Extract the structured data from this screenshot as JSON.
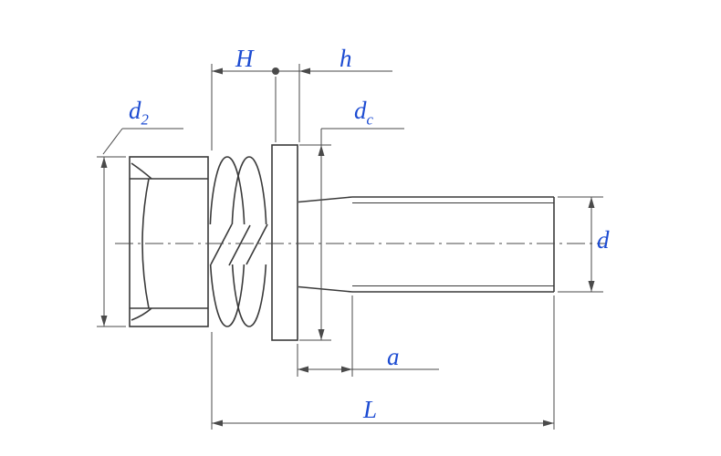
{
  "drawing": {
    "kind": "hex-bolt-with-spring-and-flat-washer",
    "colors": {
      "label": "#1c4bd2",
      "line": "#3a3a3a",
      "background": "#ffffff"
    }
  },
  "labels": {
    "d2": {
      "base": "d",
      "sub": "2"
    },
    "H": "H",
    "h": "h",
    "dc": {
      "base": "d",
      "sub": "c"
    },
    "d": "d",
    "a": "a",
    "L": "L"
  }
}
